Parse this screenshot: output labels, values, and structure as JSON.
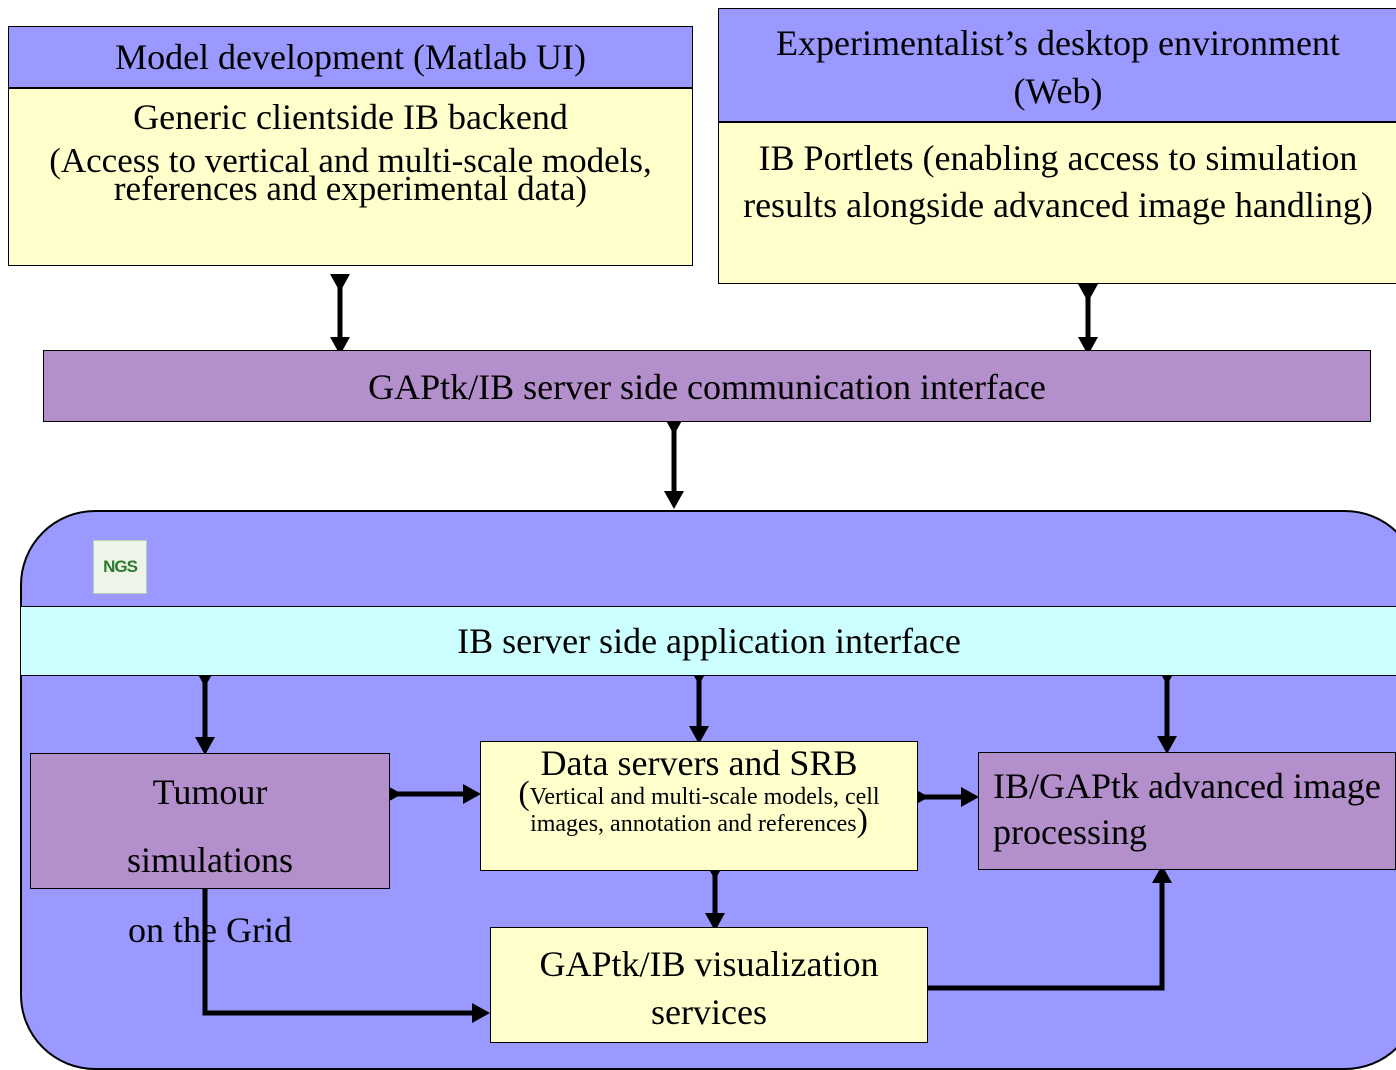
{
  "model_dev": {
    "header": "Model development (Matlab UI)",
    "backend_title": "Generic clientside IB backend",
    "backend_desc": "(Access to vertical and multi-scale models, references and experimental data)"
  },
  "experimentalist": {
    "header": "Experimentalist’s desktop environment (Web)",
    "portlets": "IB Portlets (enabling access to simulation results alongside advanced image handling)"
  },
  "comm_interface": "GAPtk/IB server side communication interface",
  "grid": {
    "logo": "NGS",
    "app_interface": "IB server side application interface",
    "tumour": [
      "Tumour",
      "simulations",
      "on the Grid"
    ],
    "data_servers": {
      "title": "Data servers and SRB",
      "desc": "Vertical and multi-scale models, cell images, annotation and references"
    },
    "advanced": "IB/GAPtk advanced image processing",
    "visualization": "GAPtk/IB visualization services"
  },
  "colors": {
    "blue": "#9999ff",
    "yellow": "#ffffcc",
    "purple": "#b38fcc",
    "cyan": "#ccffff"
  }
}
